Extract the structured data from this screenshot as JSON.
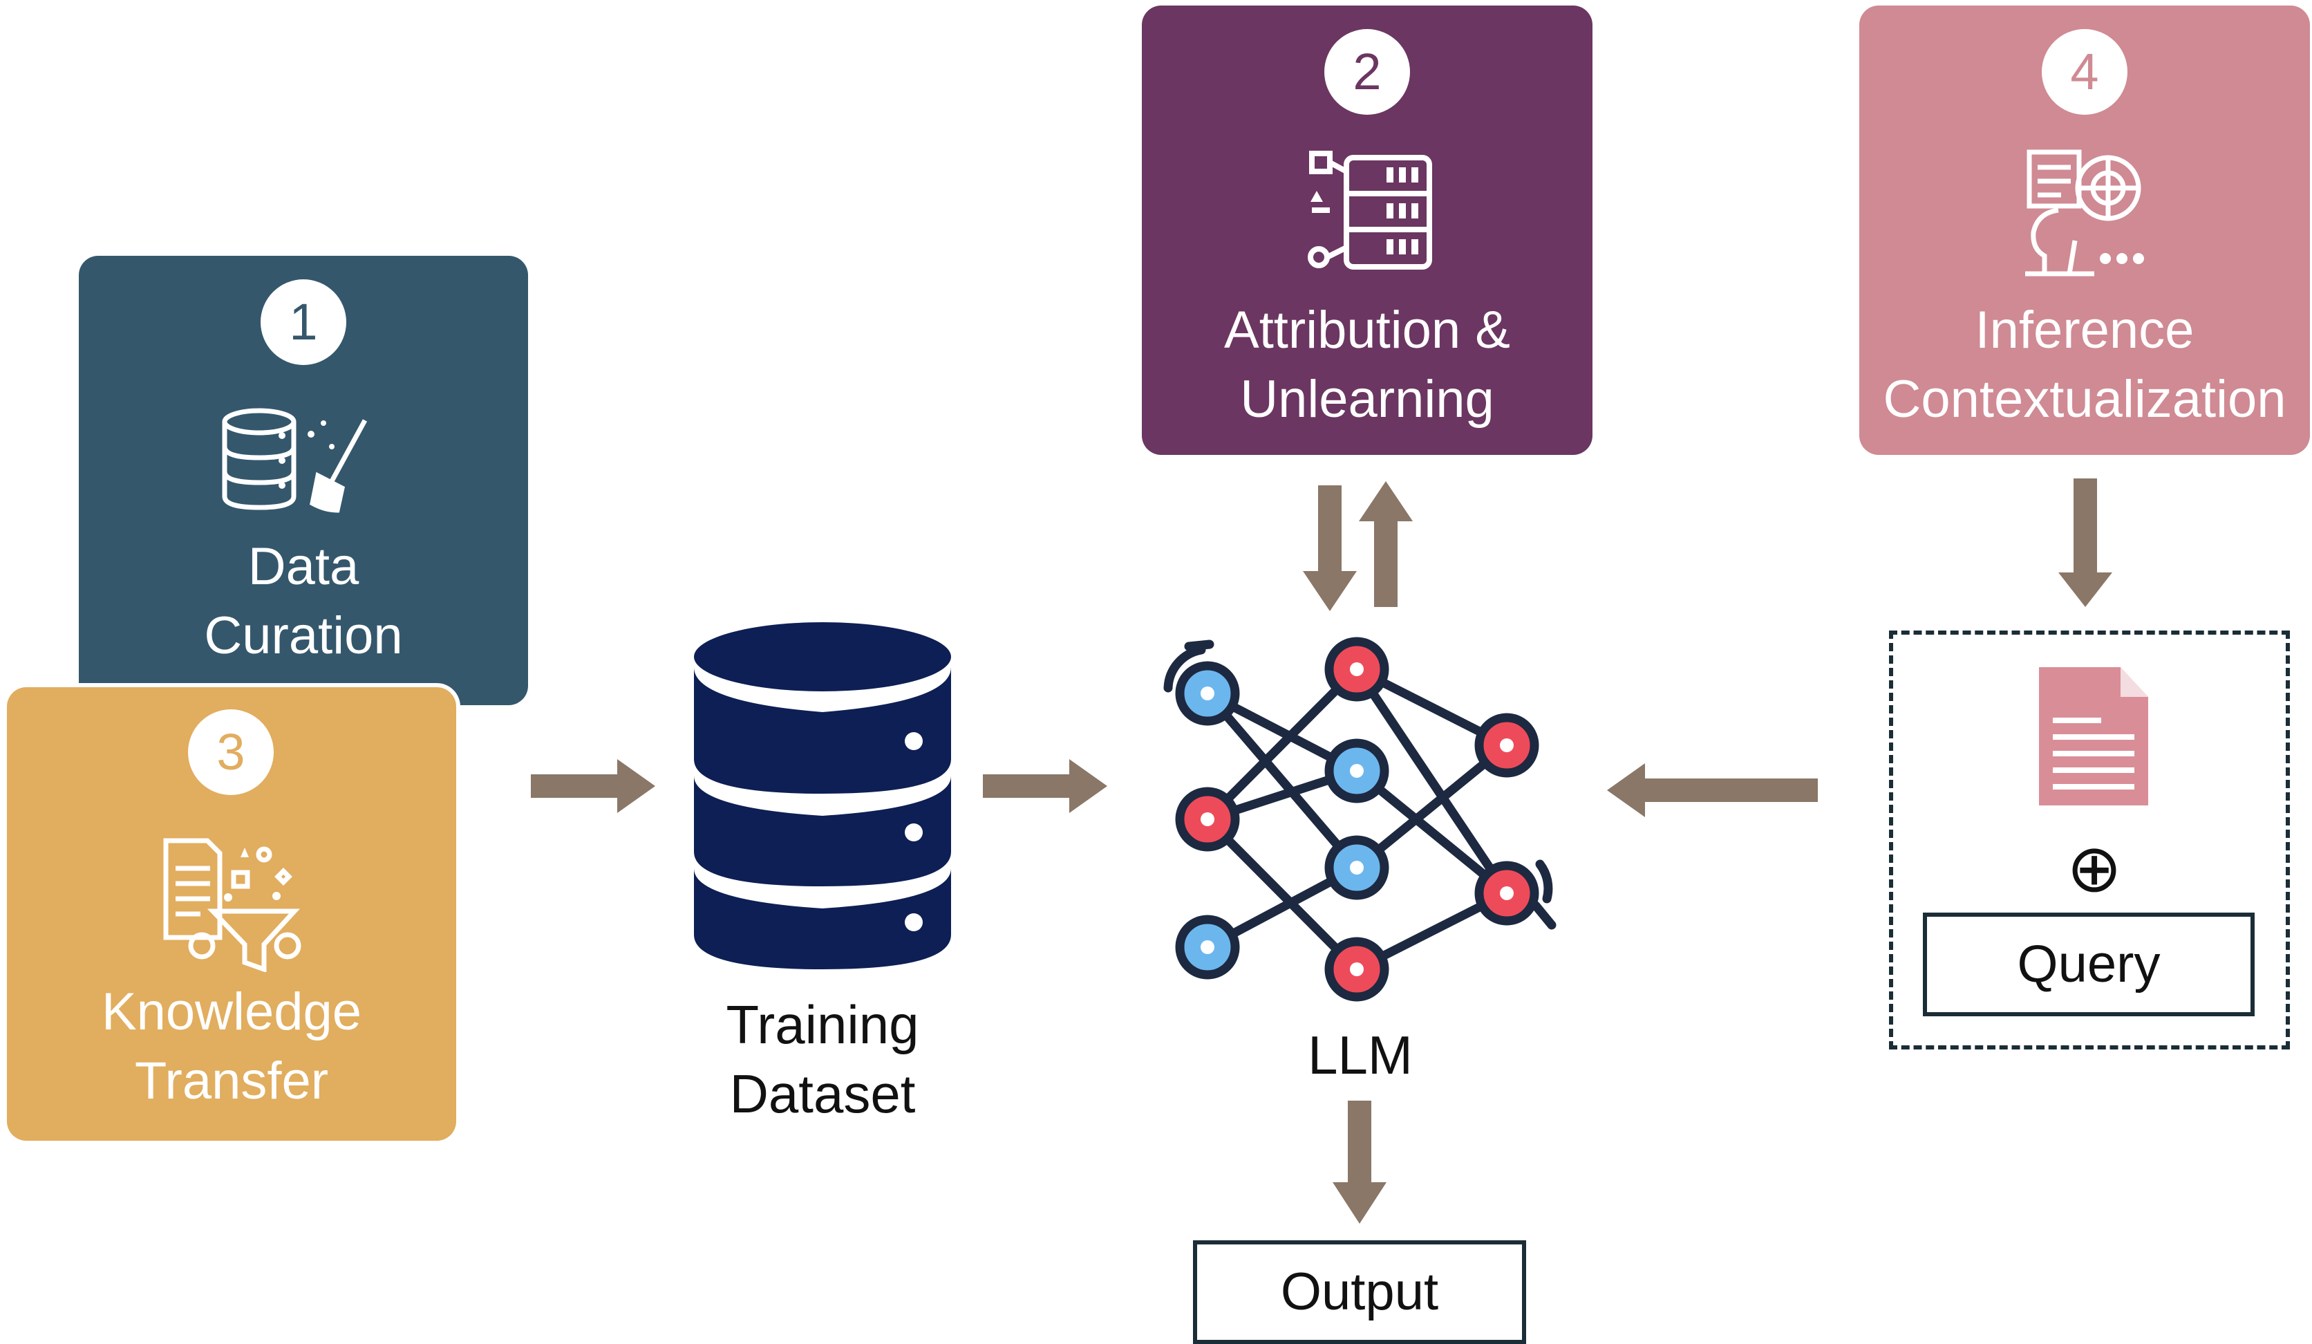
{
  "steps": [
    {
      "number": "1",
      "title_line1": "Data",
      "title_line2": "Curation",
      "color": "#34576c",
      "icon": "database-broom-icon"
    },
    {
      "number": "2",
      "title_line1": "Attribution &",
      "title_line2": "Unlearning",
      "color": "#6b3661",
      "icon": "data-server-icon"
    },
    {
      "number": "3",
      "title_line1": "Knowledge",
      "title_line2": "Transfer",
      "color": "#e1ad5e",
      "icon": "document-funnel-icon"
    },
    {
      "number": "4",
      "title_line1": "Inference",
      "title_line2": "Contextualization",
      "color": "#cf8a93",
      "icon": "head-gear-icon"
    }
  ],
  "training_dataset": {
    "line1": "Training",
    "line2": "Dataset",
    "color": "#0d1f54",
    "icon": "database-icon"
  },
  "llm": {
    "label": "LLM",
    "icon": "neural-network-icon",
    "node_blue": "#6cb6ee",
    "node_red": "#ee4b5a",
    "edge_color": "#1d2940"
  },
  "context": {
    "combine_symbol": "⊕",
    "query_label": "Query",
    "document_icon": "document-icon",
    "document_color": "#d98e97"
  },
  "output": {
    "label": "Output"
  },
  "arrow_color": "#8a7767"
}
